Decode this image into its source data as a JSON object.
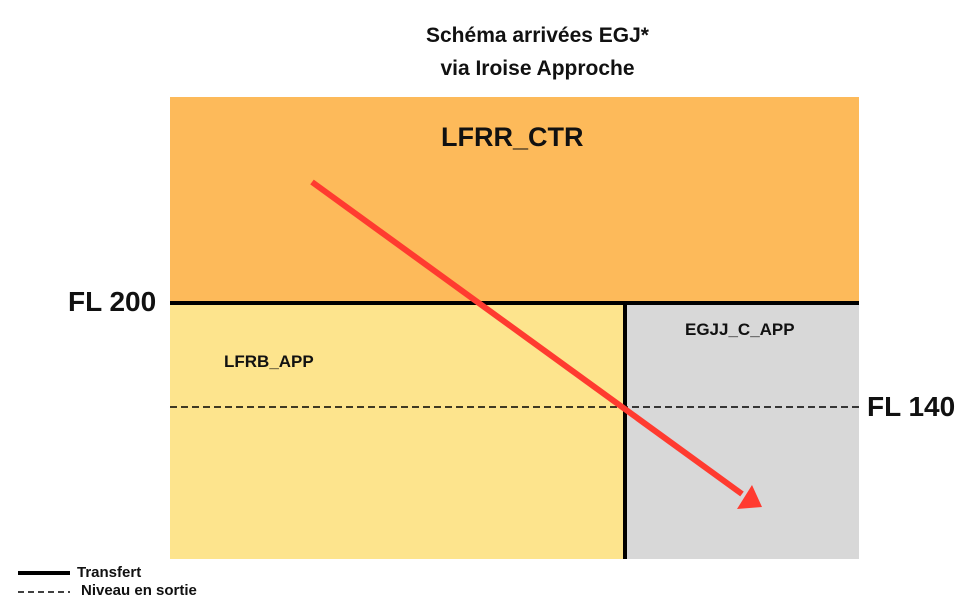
{
  "title": {
    "line1": "Schéma arrivées EGJ*",
    "line2": "via Iroise Approche"
  },
  "zones": {
    "ctr": {
      "label": "LFRR_CTR",
      "color": "#FDBA5A"
    },
    "lfrb": {
      "label": "LFRB_APP",
      "color": "#FDE48D"
    },
    "egjj": {
      "label": "EGJJ_C_APP",
      "color": "#D8D8D8"
    }
  },
  "levels": {
    "upper": "FL 200",
    "lower": "FL 140"
  },
  "legend": {
    "solid": "Transfert",
    "dashed": "Niveau en sortie"
  },
  "colors": {
    "arrow": "#FF3B30",
    "lines": "#000000"
  }
}
